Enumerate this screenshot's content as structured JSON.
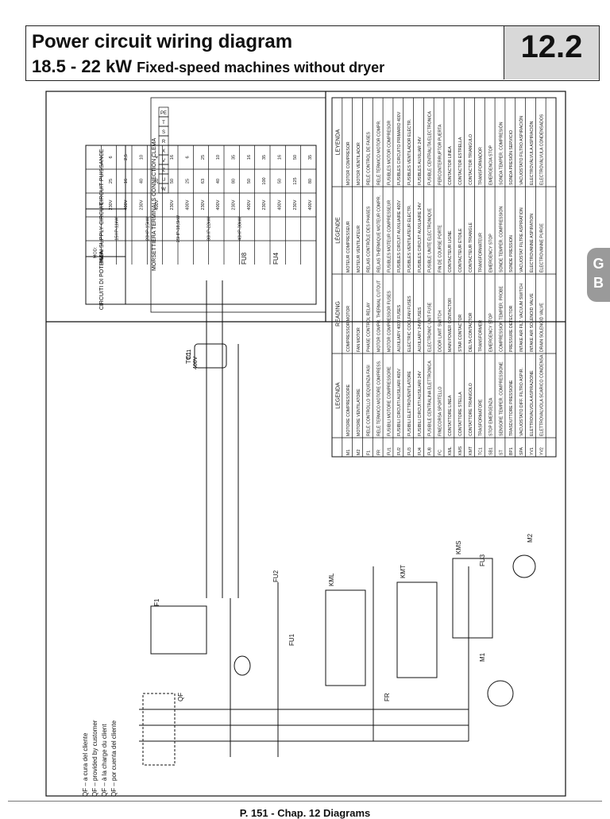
{
  "header": {
    "title": "Power circuit wiring diagram",
    "subtitle_main": "18.5 - 22 kW",
    "subtitle_rest": "Fixed-speed machines without dryer",
    "chapter_number": "12.2"
  },
  "tab": {
    "line1": "G",
    "line2": "B"
  },
  "footer": {
    "page_label": "P. 151 - Chap. 12 Diagrams"
  },
  "diagram": {
    "qf_legend": [
      "QF – a cura del cliente",
      "QF – provided by customer",
      "QF – à la charge du client",
      "QF – por cuenta del cliente"
    ],
    "supply_headers": [
      "CIRCUITI DI POTENZA",
      "MAIN SUPPLY CIRCUIT",
      "CIRCUIT PUISSANCE",
      "CIRCUITO DE POTENCIA"
    ],
    "terminal_header": "MORSETTIERA   TERMINALS   CONNECTION   CLEMA",
    "mod_label": "MOD:",
    "table_models": [
      "15HP-11kW",
      "20HP-15kW",
      "25HP-18,5kW",
      "30HP-22kW",
      "40HP-30kW"
    ],
    "voltage_row": [
      "230V",
      "400V"
    ],
    "row_a": [
      "25",
      "16",
      "40",
      "20",
      "50",
      "25",
      "63",
      "40",
      "80",
      "50",
      "100",
      "50",
      "125",
      "80"
    ],
    "row_mm": [
      "6",
      "2,5",
      "10",
      "4",
      "16",
      "6",
      "25",
      "10",
      "35",
      "16",
      "35",
      "16",
      "50",
      "35"
    ],
    "voltage_label": "400V",
    "transformer": "TC1",
    "terminals_top": [
      "PE",
      "T",
      "S",
      "R",
      "X",
      "V",
      "Z",
      "U",
      "W"
    ],
    "legend_header": [
      "LEGENDA",
      "READING",
      "LÉGENDE",
      "LEYENDA"
    ],
    "legend_rows": [
      [
        "M1",
        "MOTORE COMPRESSORE",
        "COMPRESSOR MOTOR",
        "MOTEUR COMPRESSEUR",
        "MOTOR COMPRESOR"
      ],
      [
        "M2",
        "MOTORE VENTILATORE",
        "FAN MOTOR",
        "MOTEUR VENTILATEUR",
        "MOTOR VENTILADOR"
      ],
      [
        "F1",
        "RELÈ CONTROLLO SEQUENZA FASI",
        "PHASE CONTROL RELAY",
        "RELAIS CONTRÔLE DES PHASES",
        "RELÉ CONTROL DE FASES"
      ],
      [
        "FR",
        "RELÈ TERMICO MOTORE COMPRESS.",
        "MOTOR COMPR. THERMAL CUTOUT",
        "RELAIS THERMIQUE MOTEUR COMPR.",
        "RELÉ TÉRMICO MOTOR COMPR."
      ],
      [
        "FU1",
        "FUSIBILI MOTORE COMPRESSORE",
        "MOTOR COMPRESSOR FUSES",
        "FUSIBLES MOTEUR COMPRESSEUR",
        "FUSIBLES MOTOR COMPRESOR"
      ],
      [
        "FU2",
        "FUSIBILI CIRCUITI AUSILIARI 400V",
        "AUXILIARY 400V FUSES",
        "FUSIBLES CIRCUIT AUXILIAIRE 400V",
        "FUSIBLES CIRCUITO PRIMARIO 400V"
      ],
      [
        "FU3",
        "FUSIBILI ELETTROVENTILATORE",
        "ELECTRIC COOLFAN FUSES",
        "FUSIBLES VENTILATEUR ÉLECTR.",
        "FUSIBLES VENTILADOR ELÉCTR."
      ],
      [
        "FU4",
        "FUSIBILI CIRCUITI AUSILIARI 24V",
        "AUXILIARY 24V FUSES",
        "FUSIBLES CIRCUIT AUXILIAIRE 24V",
        "FUSIBLES AUXILIAR 24V"
      ],
      [
        "FU8",
        "FUSIBILE CENTRALINA ELETTRONICA",
        "ELECTRONIC UNIT FUSE",
        "FUSIBLE UNITÉ ÉLECTRONIQUE",
        "FUSIBLE CENTRALITA ELECTRONICA"
      ],
      [
        "FC",
        "FINECORSA SPORTELLO",
        "DOOR LIMIT SWITCH",
        "FIN DE COURSE PORTE",
        "PERCONTERRUPTOR PUERTA"
      ],
      [
        "KML",
        "CONTATTORE LINEA",
        "MAIN POWER CONTACTOR",
        "CONTACTEUR LIGNE",
        "CONTACTOR LINEA"
      ],
      [
        "KMS",
        "CONTATTORE STELLA",
        "STAR CONTACTOR",
        "CONTACTEUR ÉTOILE",
        "CONTACTOR ESTRELLA"
      ],
      [
        "KMT",
        "CONTATTORE TRIANGOLO",
        "DELTA CONTACTOR",
        "CONTACTEUR TRIANGLE",
        "CONTACTOR TRIANGULO"
      ],
      [
        "TC1",
        "TRASFORMATORE",
        "TRANSFORMER",
        "TRANSFORMATEUR",
        "TRANSFORMADOR"
      ],
      [
        "SB1",
        "STOP EMERGENZA",
        "EMERGENCY STOP",
        "EMERGENCY STOP",
        "EMERGENCIA STOP"
      ],
      [
        "ST",
        "SENSORE TEMPER. COMPRESSIONE",
        "COMPRESSION TEMPER. PROBE",
        "SONDE TEMPÉR. COMPRESSION",
        "SONDA TEMPER. COMPRESIÓN"
      ],
      [
        "BP1",
        "TRASDUTTORE PRESSIONE",
        "PRESSURE DETECTOR",
        "SONDE PRESSION",
        "SONDA PRESIÓN SERVICIO"
      ],
      [
        "SPA",
        "VACUOSTATO DIFF. FILTRO ASPIR.",
        "INTAKE AIR FILT. VACUUM SWITCH",
        "VACUOSTAT FILTRE ASPIRATION",
        "VACUOSTATO FILTRO ASPIRACIÓN"
      ],
      [
        "YV1",
        "ELETTROVALVOLA ASPIRAZIONE",
        "INTAKE AIR SOLENOID VALVE",
        "ÉLECTROVANNE ASPIRATION",
        "ELECTROVÁLVULA ASPIRACIÓN"
      ],
      [
        "YV2",
        "ELETTROVALVOLA SCARICO CONDENSA",
        "DRAIN SOLENOID VALVE",
        "ÉLECTROVANNE PURGE",
        "ELECTROVÁLVULA CONDENSADOS"
      ]
    ],
    "component_labels": [
      "QF",
      "F1",
      "FU1",
      "FU2",
      "FU3",
      "FU4",
      "FU8",
      "KML",
      "KMT",
      "KMS",
      "FR",
      "M1",
      "M2",
      "TC1"
    ]
  }
}
